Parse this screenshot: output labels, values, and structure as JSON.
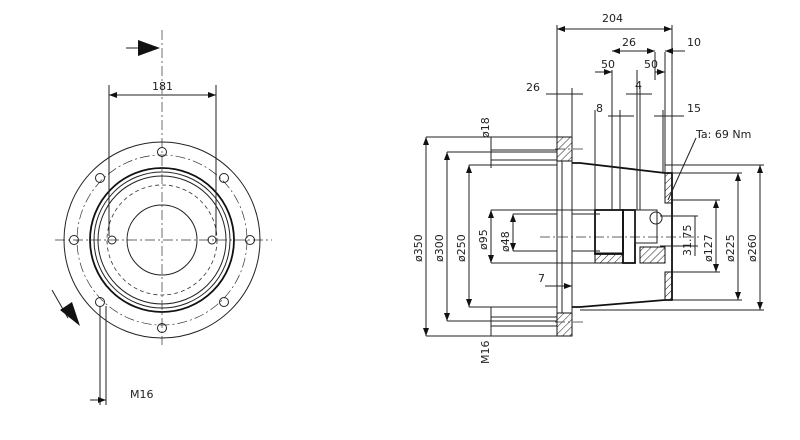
{
  "front_view": {
    "dim_181": "181",
    "thread_label": "M16"
  },
  "section_view": {
    "dim_204": "204",
    "dim_26_top": "26",
    "dim_10": "10",
    "dim_50_left": "50",
    "dim_50_right": "50",
    "dim_4": "4",
    "dim_26_flange": "26",
    "dim_8": "8",
    "dim_15": "15",
    "torque_note": "Ta: 69 Nm",
    "dia_18": "ø18",
    "dia_350": "ø350",
    "dia_300": "ø300",
    "dia_250": "ø250",
    "dia_95": "ø95",
    "dia_48": "ø48",
    "dim_31_75": "31.75",
    "dia_127": "ø127",
    "dia_225": "ø225",
    "dia_260": "ø260",
    "dim_7": "7",
    "thread_label": "M16"
  }
}
